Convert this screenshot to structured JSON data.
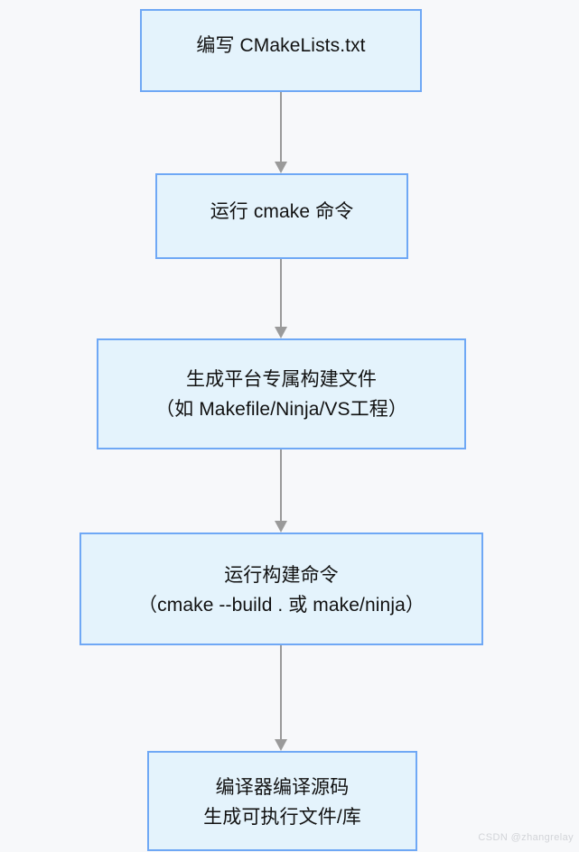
{
  "diagram": {
    "type": "flowchart",
    "orientation": "vertical-top-down",
    "background_color": "#f7f8fa",
    "node_fill_color": "#e4f3fc",
    "node_border_color": "#6fa8f5",
    "connector_color": "#9a9a9a",
    "text_color": "#111111",
    "nodes": [
      {
        "id": "write-cmakelists",
        "lines": [
          "编写 CMakeLists.txt"
        ]
      },
      {
        "id": "run-cmake-command",
        "lines": [
          "运行 cmake 命令"
        ]
      },
      {
        "id": "generate-platform-build-files",
        "lines": [
          "生成平台专属构建文件",
          "（如 Makefile/Ninja/VS工程）"
        ]
      },
      {
        "id": "run-build-command",
        "lines": [
          "运行构建命令",
          "（cmake --build . 或 make/ninja）"
        ]
      },
      {
        "id": "compile-sources",
        "lines": [
          "编译器编译源码",
          "生成可执行文件/库"
        ]
      }
    ],
    "connectors": [
      {
        "id": "arrow-1",
        "from": "write-cmakelists",
        "to": "run-cmake-command"
      },
      {
        "id": "arrow-2",
        "from": "run-cmake-command",
        "to": "generate-platform-build-files"
      },
      {
        "id": "arrow-3",
        "from": "generate-platform-build-files",
        "to": "run-build-command"
      },
      {
        "id": "arrow-4",
        "from": "run-build-command",
        "to": "compile-sources"
      }
    ]
  },
  "watermark": {
    "text": "CSDN @zhangrelay"
  }
}
